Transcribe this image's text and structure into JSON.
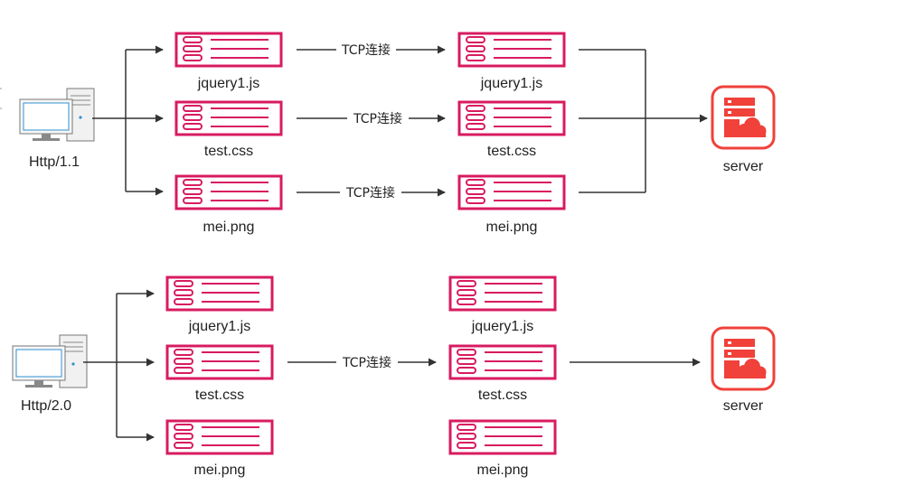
{
  "colors": {
    "resource": "#d81b60",
    "server": "#f0413a",
    "line": "#333333",
    "monitor": "#2f8fd0"
  },
  "http11": {
    "client_label": "Http/1.1",
    "server_label": "server",
    "connection_label": "TCP连接",
    "files": [
      "jquery1.js",
      "test.css",
      "mei.png"
    ]
  },
  "http20": {
    "client_label": "Http/2.0",
    "server_label": "server",
    "connection_label": "TCP连接",
    "files": [
      "jquery1.js",
      "test.css",
      "mei.png"
    ]
  }
}
